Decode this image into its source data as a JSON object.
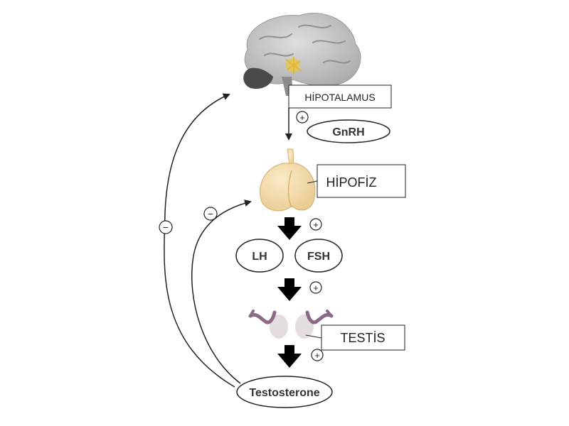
{
  "labels": {
    "hypothalamus": "HİPOTALAMUS",
    "pituitary": "HİPOFİZ",
    "testis": "TESTİS"
  },
  "hormones": {
    "gnrh": "GnRH",
    "lh": "LH",
    "fsh": "FSH",
    "testosterone": "Testosterone"
  },
  "signs": {
    "stimulate": "+",
    "inhibit": "−"
  },
  "colors": {
    "brain": "#c9c9c9",
    "pituitary": "#f3dcaa",
    "testis_tube": "#8a6a86",
    "testis_body": "#e3dce0",
    "hypothalamus_glow": "#e9c44a"
  }
}
